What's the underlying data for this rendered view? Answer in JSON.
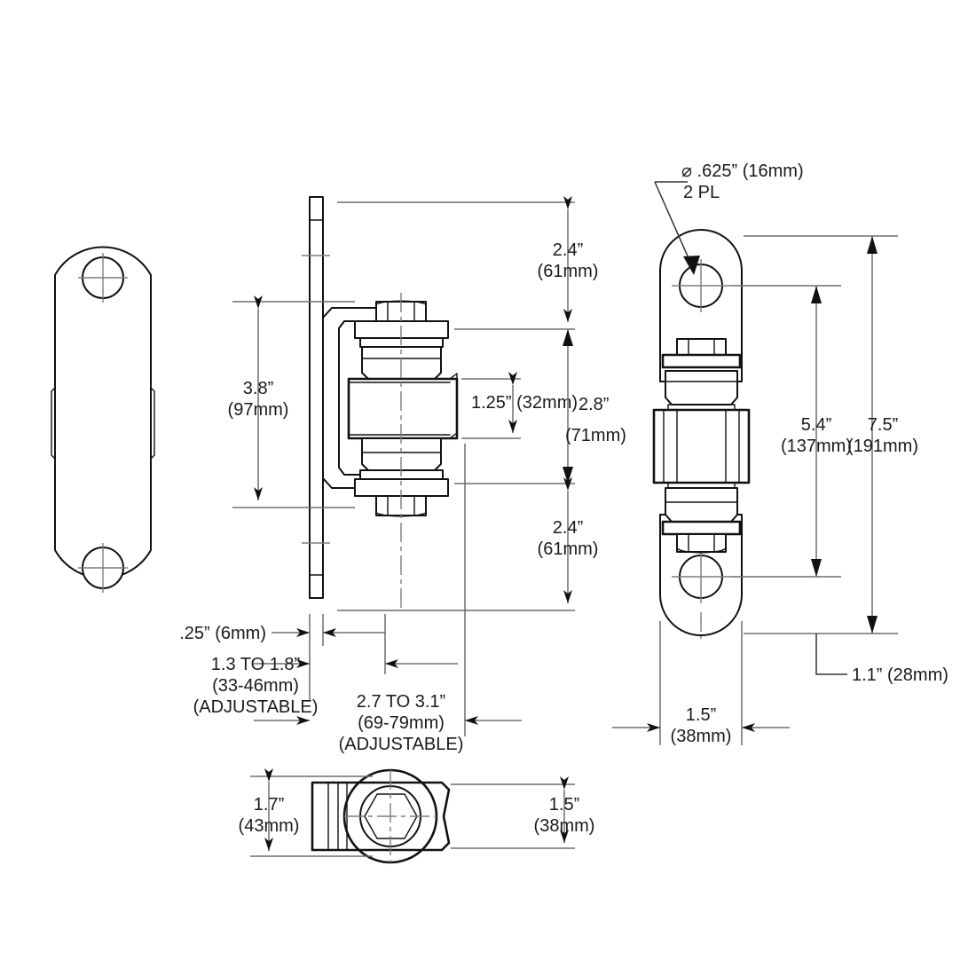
{
  "drawing": {
    "title": "Gate Hinge Assembly Technical Drawing",
    "background_color": "#ffffff",
    "line_color": "#111111",
    "dimension_color": "#6e6e6e"
  },
  "views": {
    "left": {
      "name": "strap-plate-face-view"
    },
    "center": {
      "name": "hinge-side-section-view"
    },
    "right": {
      "name": "hinge-front-view"
    },
    "bottom": {
      "name": "hinge-top-plan-view"
    }
  },
  "callouts": {
    "hole_diameter": {
      "line1": "⌀ .625” (16mm)",
      "line2": "2 PL"
    },
    "pin_offset": "1.1” (28mm)"
  },
  "dimensions": {
    "center_height": {
      "line1": "3.8”",
      "line2": "(97mm)"
    },
    "barrel_height": {
      "line1": "1.25” (32mm)"
    },
    "top_to_center": {
      "line1": "2.4”",
      "line2": "(61mm)"
    },
    "center_span": {
      "line1": "2.8”",
      "line2": "(71mm)"
    },
    "center_to_bottom": {
      "line1": "2.4”",
      "line2": "(61mm)"
    },
    "plate_thickness": {
      "line1": ".25” (6mm)"
    },
    "offset_adjustable": {
      "line1": "1.3 TO 1.8”",
      "line2": "(33-46mm)",
      "line3": "(ADJUSTABLE)"
    },
    "depth_adjustable": {
      "line1": "2.7 TO 3.1”",
      "line2": "(69-79mm)",
      "line3": "(ADJUSTABLE)"
    },
    "hole_to_hole": {
      "line1": "5.4”",
      "line2": "(137mm)"
    },
    "overall_length": {
      "line1": "7.5”",
      "line2": "(191mm)"
    },
    "strap_width": {
      "line1": "1.5”",
      "line2": "(38mm)"
    },
    "plan_width": {
      "line1": "1.7”",
      "line2": "(43mm)"
    },
    "plan_strap_width": {
      "line1": "1.5”",
      "line2": "(38mm)"
    }
  }
}
